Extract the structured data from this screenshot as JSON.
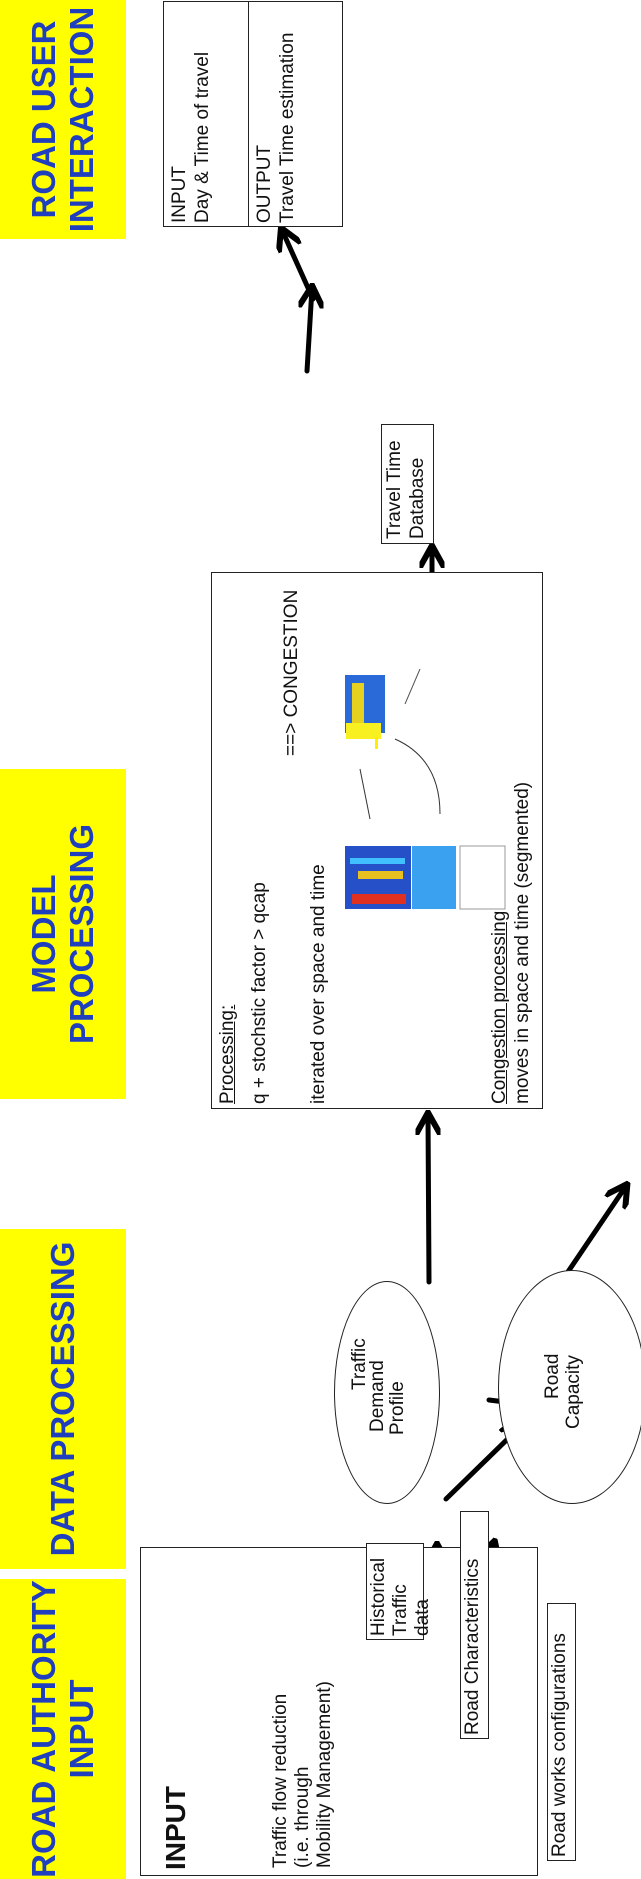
{
  "lanes": {
    "road_authority": [
      "ROAD AUTHORITY",
      "INPUT"
    ],
    "data_processing": "DATA PROCESSING",
    "model_processing": "MODEL PROCESSING",
    "road_user": [
      "ROAD USER",
      "INTERACTION"
    ]
  },
  "input_box": {
    "title": "INPUT",
    "traffic_flow": [
      "Traffic flow reduction",
      "(i.e. through",
      "Mobility Management)"
    ],
    "historical": [
      "Historical",
      "Traffic data"
    ],
    "road_characteristics": "Road Characteristics",
    "road_works": "Road works configurations"
  },
  "ellipses": {
    "demand": [
      "Traffic",
      "Demand",
      "Profile"
    ],
    "capacity": [
      "Road",
      "Capacity"
    ]
  },
  "processing": {
    "heading": "Processing:",
    "formula_line1": "q + stochstic factor > qcap",
    "formula_line2": "==> CONGESTION",
    "iterated": "iterated over space and time",
    "congestion_heading": "Congestion processing",
    "congestion_text": "moves in space and time (segmented)"
  },
  "database": [
    "Travel Time",
    "Database"
  ],
  "user_box": {
    "input": [
      "INPUT",
      "Day & Time of travel"
    ],
    "output": [
      "OUTPUT",
      "Travel Time estimation"
    ]
  },
  "colors": {
    "lane_bg": "#ffff00",
    "lane_text": "#1f3fbf"
  }
}
